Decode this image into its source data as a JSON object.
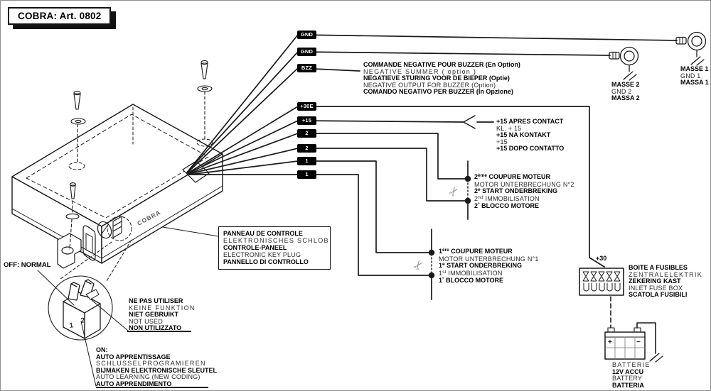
{
  "title": "COBRA: Art. 0802",
  "wire_labels": [
    "GND",
    "GND",
    "BZZ",
    "+30E",
    "+15",
    "2",
    "2",
    "1",
    "1"
  ],
  "notes": {
    "buzzer": [
      "COMMANDE  NEGATIVE POUR BUZZER (En Option)",
      "NEGATIVE SUMMER ( option )",
      "NEGATIEVE STURING VOOR DE BIEPER (Optie)",
      "NEGATIVE OUTPUT FOR BUZZER (Option)",
      "COMANDO NEGATIVO PER BUZZER (In Opzione)"
    ],
    "plus15": [
      "+15 APRES CONTACT",
      "KL. + 15",
      "+15 NA KONTAKT",
      "+15",
      "+15 DOPO CONTATTO"
    ],
    "masse1": [
      "MASSE 1",
      "GND 1",
      "MASSA 1"
    ],
    "masse2": [
      "MASSE 2",
      "GND 2",
      "MASSA 2"
    ],
    "cut2": {
      "fr_pre": "2",
      "fr_sup": "ème",
      "fr_rest": " COUPURE MOTEUR",
      "de": "MOTOR UNTERBRECHUNG  N°2",
      "nl_pre": "2",
      "nl_sup": "e",
      "nl_rest": " START ONDERBREKING",
      "en_pre": "2",
      "en_sup": "nd",
      "en_rest": " IMMOBILISATION",
      "it_pre": "2",
      "it_sup": "°",
      "it_rest": " BLOCCO MOTORE"
    },
    "cut1": {
      "fr_pre": "1",
      "fr_sup": "ère",
      "fr_rest": " COUPURE MOTEUR",
      "de": "MOTOR UNTERBRECHUNG  N°1",
      "nl_pre": "1",
      "nl_sup": "e",
      "nl_rest": " START ONDERBREKING",
      "en_pre": "1",
      "en_sup": "st",
      "en_rest": " IMMOBILISATION",
      "it_pre": "1",
      "it_sup": "°",
      "it_rest": " BLOCCO MOTORE"
    },
    "panel": [
      "PANNEAU DE CONTROLE",
      "ELEKTRONISCHES SCHLOB",
      "CONTROLE-PANEEL",
      "ELECTRONIC KEY PLUG",
      "PANNELLO DI CONTROLLO"
    ],
    "off_label": "OFF: NORMAL",
    "not_used": [
      "NE PAS UTILISER",
      "KEINE FUNKTION",
      "NIET GEBRUIKT",
      "NOT USED",
      "NON UTILIZZATO"
    ],
    "on_mode": [
      "ON:",
      "AUTO APPRENTISSAGE",
      "SCHLUSSELPROGRAMIEREN",
      "BIJMAKEN ELEKTRONISCHE SLEUTEL",
      "AUTO LEARNING (NEW CODING)",
      "AUTO APPRENDIMENTO"
    ],
    "plus30": "+30",
    "fusebox": [
      "BOITE A FUSIBLES",
      "ZENTRALELEKTRIK",
      "ZEKERING KAST",
      "INLET FUSE BOX",
      "SCATOLA FUSIBILI"
    ],
    "battery": [
      "BATTERIE",
      "12V ACCU",
      "BATTERY",
      "BATTERIA"
    ],
    "battery_plus": "+",
    "battery_minus": "−",
    "unit_brand": "COBRA",
    "switch_1": "1",
    "switch_2": "2"
  },
  "colors": {
    "line": "#1a1a1a",
    "label_bg": "#000000",
    "label_fg": "#ffffff",
    "scissors": "#999999"
  }
}
